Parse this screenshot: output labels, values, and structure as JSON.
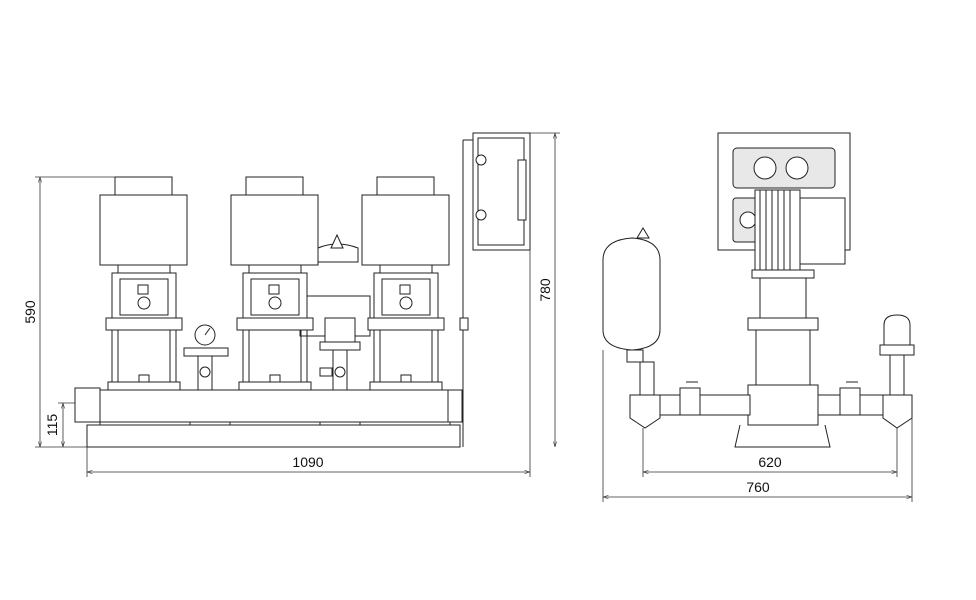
{
  "dimensions": {
    "front_height": "590",
    "base_height": "115",
    "front_width": "1090",
    "panel_height": "780",
    "side_pipe_width": "620",
    "side_total_width": "760"
  }
}
